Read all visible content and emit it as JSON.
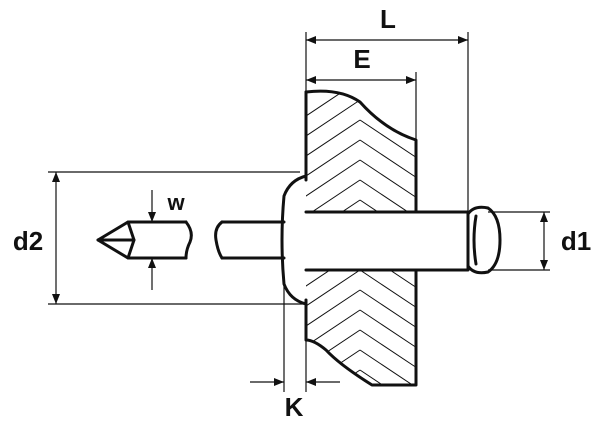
{
  "labels": {
    "L": "L",
    "E": "E",
    "d2": "d2",
    "d1": "d1",
    "w": "w",
    "K": "K"
  }
}
